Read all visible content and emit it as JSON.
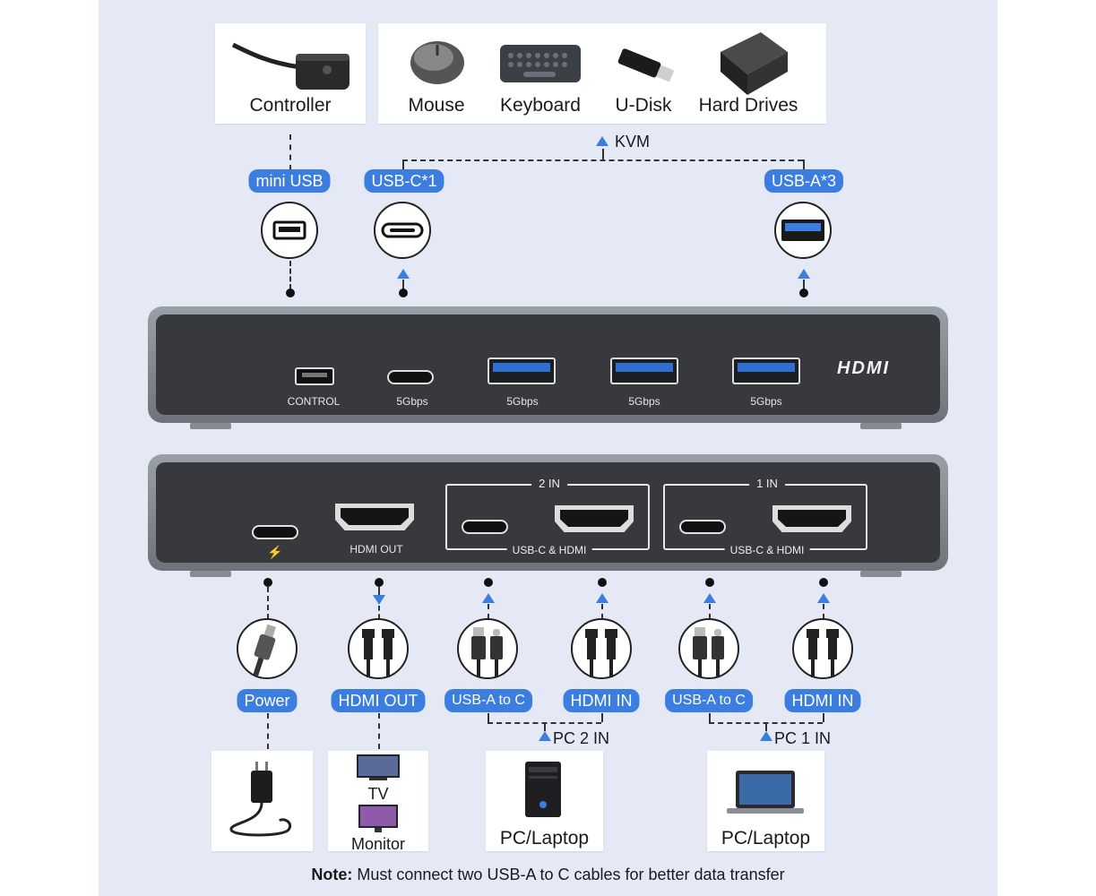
{
  "top_cards": {
    "controller": "Controller",
    "mouse": "Mouse",
    "keyboard": "Keyboard",
    "udisk": "U-Disk",
    "hard_drives": "Hard Drives"
  },
  "kvm_label": "KVM",
  "top_ports": {
    "mini_usb": "mini USB",
    "usbc": "USB-C*1",
    "usba": "USB-A*3"
  },
  "front_panel": {
    "control": "CONTROL",
    "speed1": "5Gbps",
    "speed2": "5Gbps",
    "speed3": "5Gbps",
    "speed4": "5Gbps",
    "brand": "HDMI"
  },
  "rear_panel": {
    "power_symbol": "⚡",
    "hdmi_out": "HDMI OUT",
    "group2_title": "2 IN",
    "group2_sub": "USB-C & HDMI",
    "group1_title": "1 IN",
    "group1_sub": "USB-C & HDMI"
  },
  "bottom_ports": {
    "power": "Power",
    "hdmi_out": "HDMI OUT",
    "usba_to_c_2": "USB-A to C",
    "hdmi_in_2": "HDMI IN",
    "usba_to_c_1": "USB-A to C",
    "hdmi_in_1": "HDMI IN"
  },
  "pc_labels": {
    "pc2": "PC 2 IN",
    "pc1": "PC 1 IN"
  },
  "bottom_cards": {
    "tv": "TV",
    "monitor": "Monitor",
    "pc_laptop_2": "PC/Laptop",
    "pc_laptop_1": "PC/Laptop"
  },
  "note": {
    "prefix": "Note:",
    "text": " Must connect two USB-A to C cables for better data transfer"
  },
  "colors": {
    "accent": "#3b7ee0",
    "background": "#e4e9f5",
    "device": "#38393c"
  }
}
